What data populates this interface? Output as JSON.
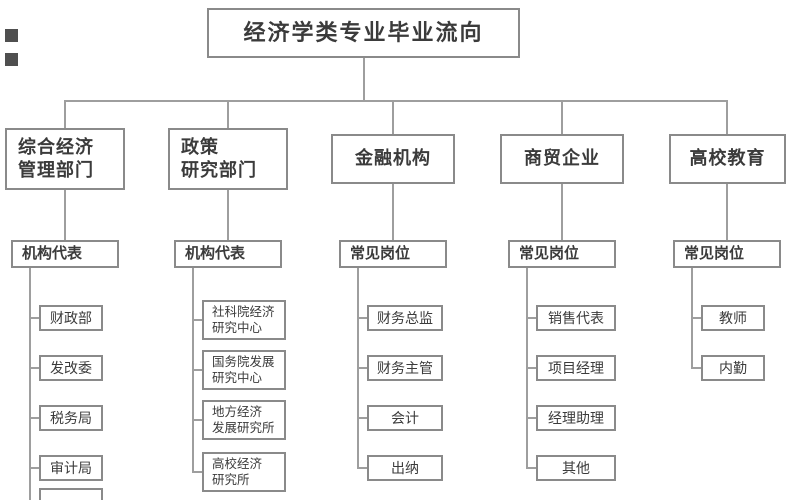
{
  "title": "经济学类专业毕业流向",
  "branches": [
    {
      "label": "综合经济\n管理部门",
      "sub": "机构代表",
      "leaves": [
        "财政部",
        "发改委",
        "税务局",
        "审计局"
      ]
    },
    {
      "label": "政策\n研究部门",
      "sub": "机构代表",
      "leaves": [
        "社科院经济\n研究中心",
        "国务院发展\n研究中心",
        "地方经济\n发展研究所",
        "高校经济\n研究所"
      ]
    },
    {
      "label": "金融机构",
      "sub": "常见岗位",
      "leaves": [
        "财务总监",
        "财务主管",
        "会计",
        "出纳"
      ]
    },
    {
      "label": "商贸企业",
      "sub": "常见岗位",
      "leaves": [
        "销售代表",
        "项目经理",
        "经理助理",
        "其他"
      ]
    },
    {
      "label": "高校教育",
      "sub": "常见岗位",
      "leaves": [
        "教师",
        "内勤"
      ]
    }
  ],
  "colors": {
    "box_border": "#8a8a8a",
    "connector": "#9e9e9e",
    "text": "#3b3b3b",
    "background": "#ffffff"
  }
}
